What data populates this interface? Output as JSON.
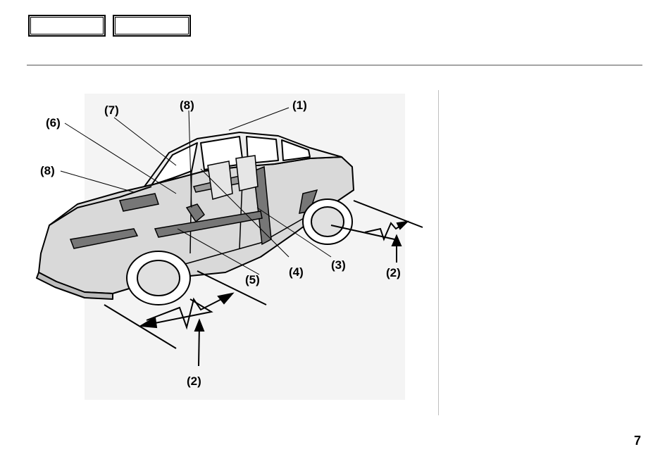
{
  "callouts": {
    "c1": "(1)",
    "c2a": "(2)",
    "c2b": "(2)",
    "c3": "(3)",
    "c4": "(4)",
    "c5": "(5)",
    "c6": "(6)",
    "c7": "(7)",
    "c8a": "(8)",
    "c8b": "(8)"
  },
  "page": {
    "number": "7"
  },
  "colors": {
    "body_fill": "#d9d9d9",
    "line": "#000000",
    "background": "#ffffff"
  }
}
